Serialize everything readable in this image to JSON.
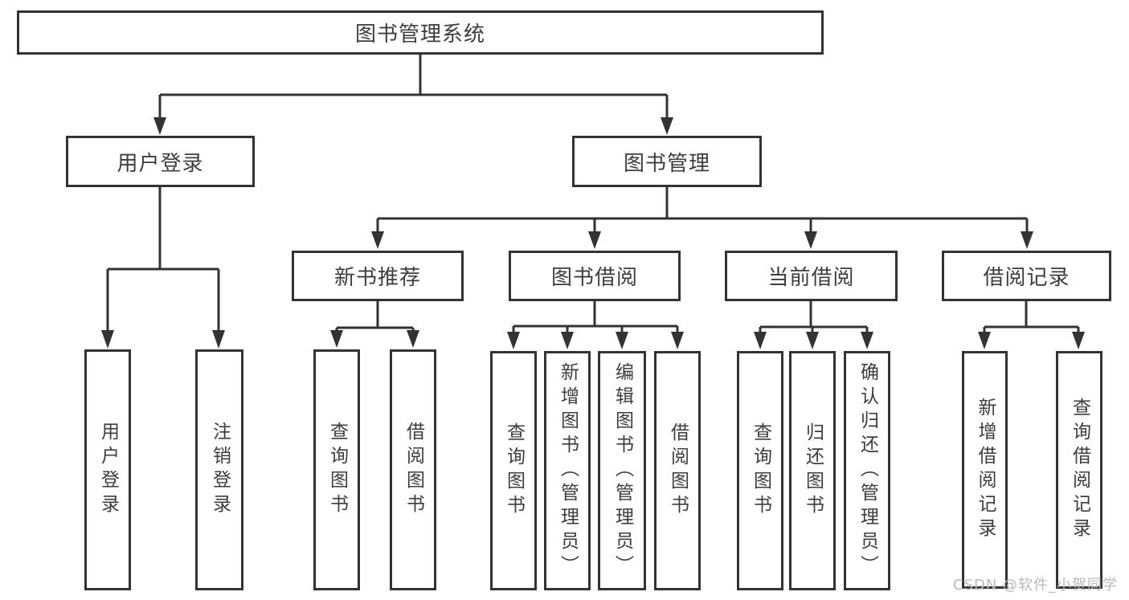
{
  "diagram": {
    "title": "图书管理系统",
    "nodes": {
      "root": "图书管理系统",
      "user_login": "用户登录",
      "book_mgmt": "图书管理",
      "login": "用户登录",
      "logout": "注销登录",
      "new_books": "新书推荐",
      "borrow": "图书借阅",
      "current": "当前借阅",
      "records": "借阅记录",
      "nb_query": "查询图书",
      "nb_borrow": "借阅图书",
      "bw_query": "查询图书",
      "bw_add": "新增图书（管理员）",
      "bw_edit": "编辑图书（管理员）",
      "bw_borrow": "借阅图书",
      "cu_query": "查询图书",
      "cu_return": "归还图书",
      "cu_confirm": "确认归还（管理员）",
      "rc_add": "新增借阅记录",
      "rc_query": "查询借阅记录"
    },
    "structure": {
      "root": [
        "user_login",
        "book_mgmt"
      ],
      "user_login": [
        "login",
        "logout"
      ],
      "book_mgmt": [
        "new_books",
        "borrow",
        "current",
        "records"
      ],
      "new_books": [
        "nb_query",
        "nb_borrow"
      ],
      "borrow": [
        "bw_query",
        "bw_add",
        "bw_edit",
        "bw_borrow"
      ],
      "current": [
        "cu_query",
        "cu_return",
        "cu_confirm"
      ],
      "records": [
        "rc_add",
        "rc_query"
      ]
    }
  },
  "watermark": {
    "text": "CSDN @软件_小贺同学"
  },
  "colors": {
    "line": "#333333",
    "border": "#333333",
    "text": "#3d3d3d",
    "watermark": "#b9b9b9",
    "background": "#ffffff",
    "box_fill": "#ffffff"
  }
}
